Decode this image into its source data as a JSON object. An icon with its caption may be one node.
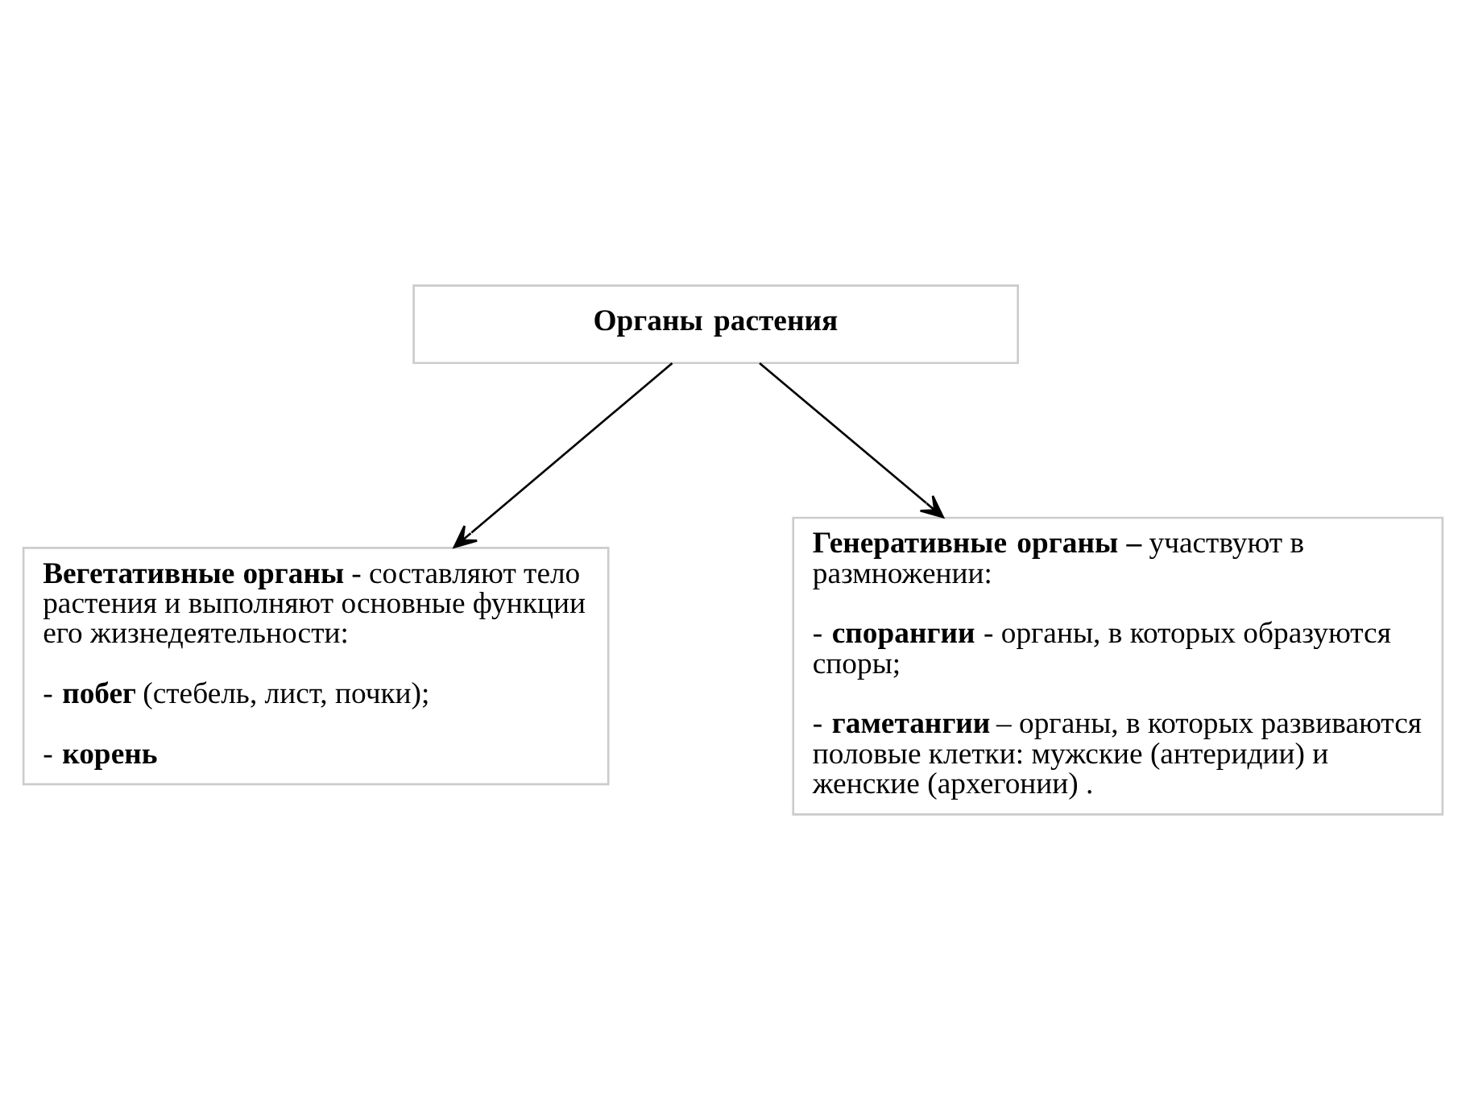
{
  "diagram": {
    "nodes": [
      {
        "text": [
          "Органы растения"
        ]
      },
      {
        "text": [
          "**Вегетативные органы** - составляют тело растения и выполняют основные функции его жизнедеятельности:",
          "- **побег** (стебель, лист, почки);",
          "- **корень**"
        ]
      },
      {
        "text": [
          "**Генеративные органы –** участвуют в размножении:",
          "- **спорангии** - органы, в которых образуются споры;",
          "- **гаметангии** – органы, в которых развиваются половые клетки: мужские (антеридии) и женские (архегонии) ."
        ]
      }
    ],
    "edges": [
      {
        "from": 0,
        "to": 1,
        "arrow": "to"
      },
      {
        "from": 0,
        "to": 2,
        "arrow": "to"
      }
    ]
  }
}
